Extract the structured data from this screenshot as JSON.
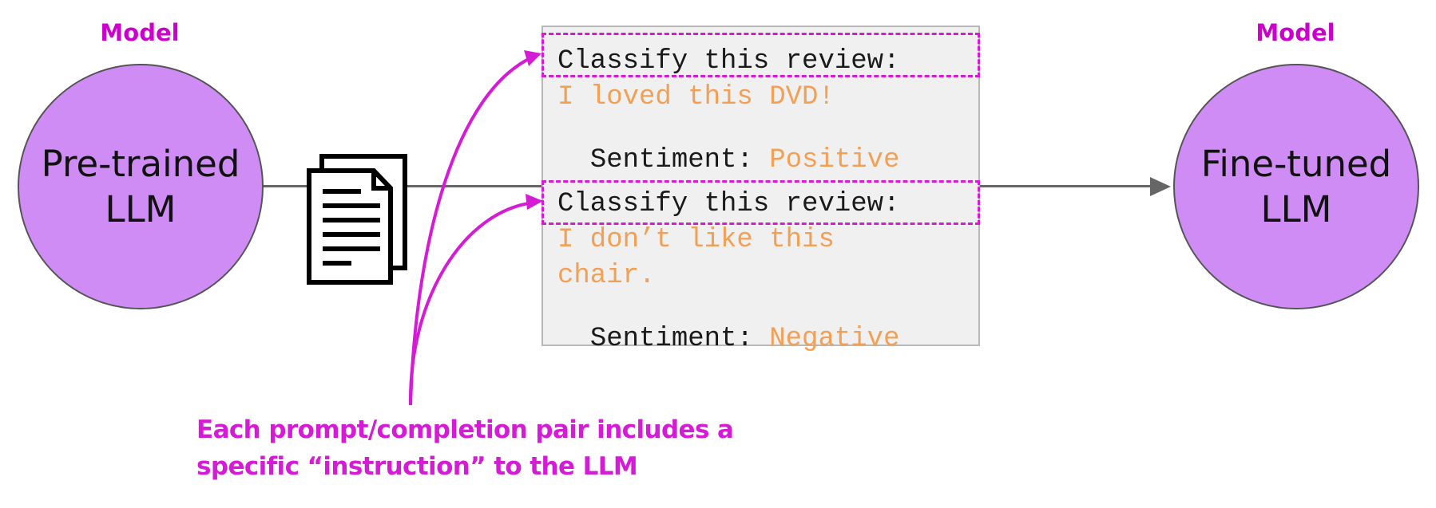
{
  "left_model": {
    "label": "Model",
    "line1": "Pre-trained",
    "line2": "LLM"
  },
  "right_model": {
    "label": "Model",
    "line1": "Fine-tuned",
    "line2": "LLM"
  },
  "examples": [
    {
      "instruction": "Classify this review:",
      "review": "I loved this DVD!",
      "sentiment_label": "Sentiment: ",
      "sentiment_value": "Positive"
    },
    {
      "instruction": "Classify this review:",
      "review_line1": "I don’t like this",
      "review_line2": "chair.",
      "sentiment_label": "Sentiment: ",
      "sentiment_value": "Negative"
    }
  ],
  "note": {
    "line1": "Each prompt/completion pair includes a",
    "line2": "specific “instruction” to the LLM"
  },
  "colors": {
    "circle_fill": "#cf8cf5",
    "annotation": "#d61bd6",
    "completion_text": "#f2a055",
    "connector": "#666666"
  },
  "icons": [
    "document-stack-icon",
    "arrow-right-icon"
  ]
}
